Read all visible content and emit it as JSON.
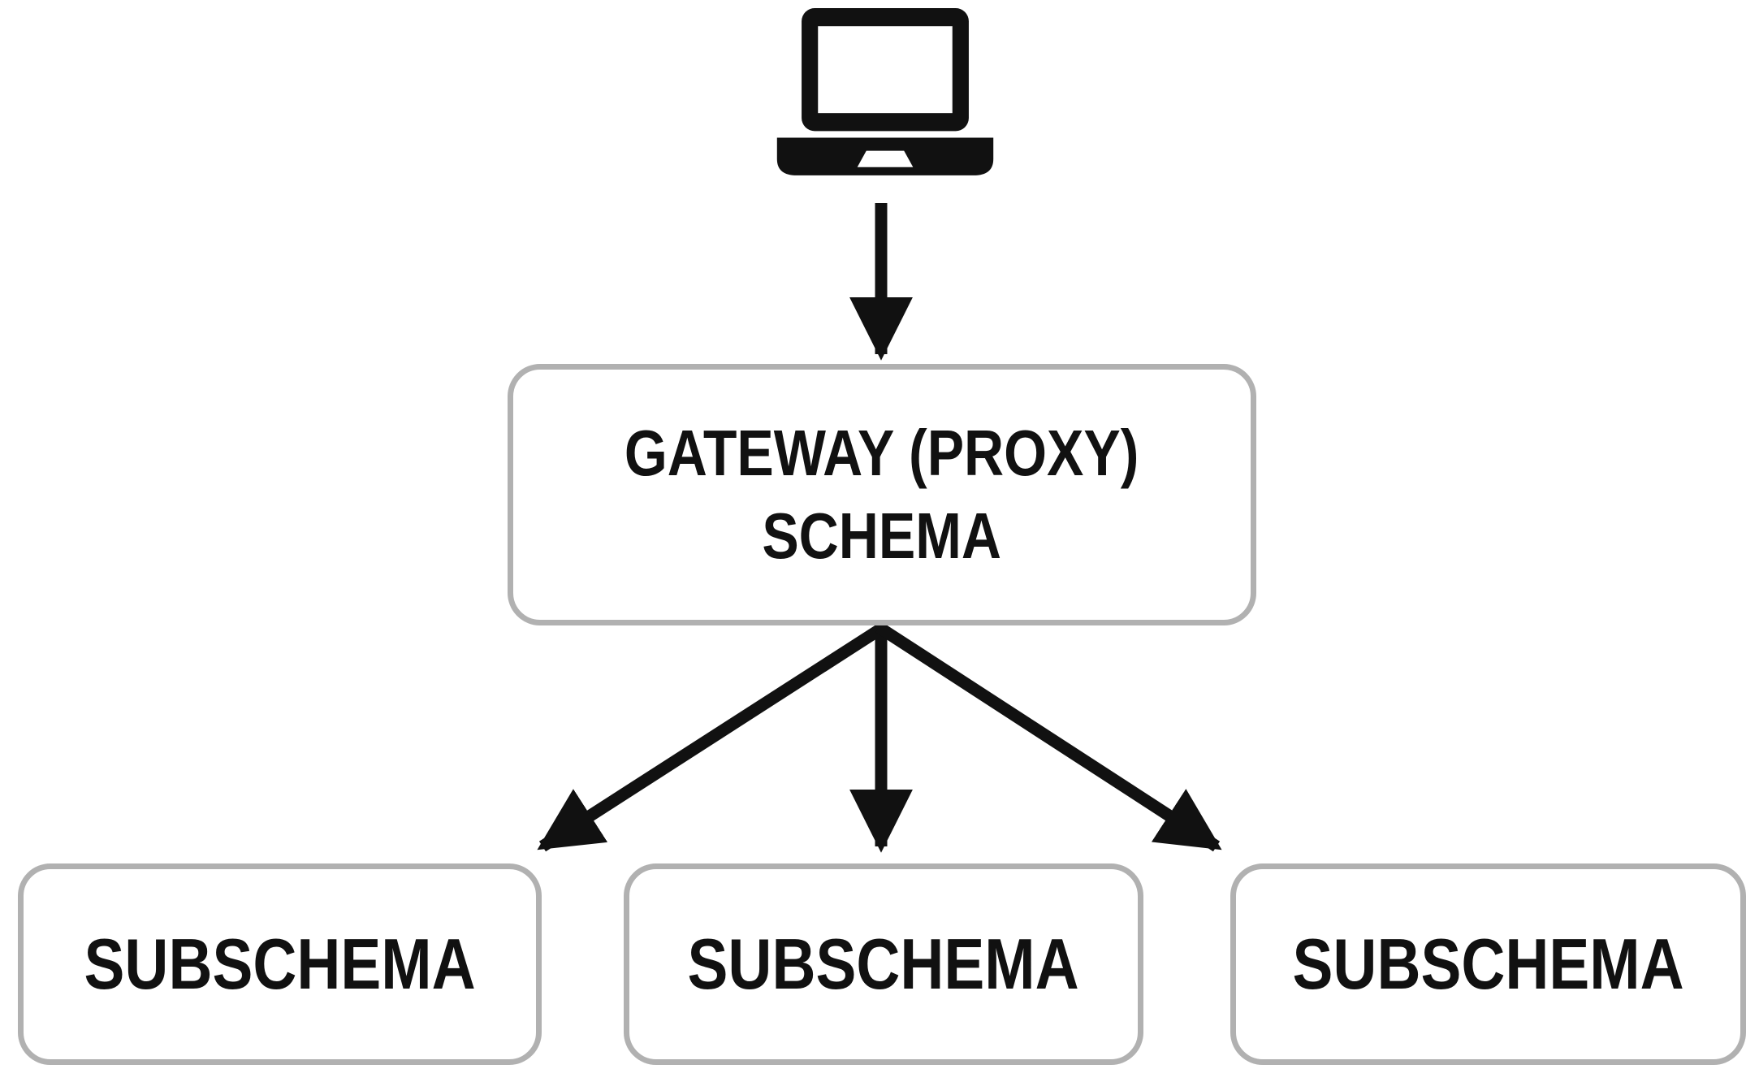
{
  "nodes": {
    "client": {
      "icon": "laptop-icon"
    },
    "gateway": {
      "line1": "GATEWAY (PROXY)",
      "line2": "SCHEMA"
    },
    "subschemas": [
      {
        "label": "SUBSCHEMA"
      },
      {
        "label": "SUBSCHEMA"
      },
      {
        "label": "SUBSCHEMA"
      }
    ]
  },
  "edges": [
    {
      "from": "client",
      "to": "gateway"
    },
    {
      "from": "gateway",
      "to": "subschema-1"
    },
    {
      "from": "gateway",
      "to": "subschema-2"
    },
    {
      "from": "gateway",
      "to": "subschema-3"
    }
  ],
  "colors": {
    "background": "#ffffff",
    "box_border": "#b1b1b1",
    "box_fill": "#ffffff",
    "text": "#111111",
    "arrow": "#111111"
  }
}
